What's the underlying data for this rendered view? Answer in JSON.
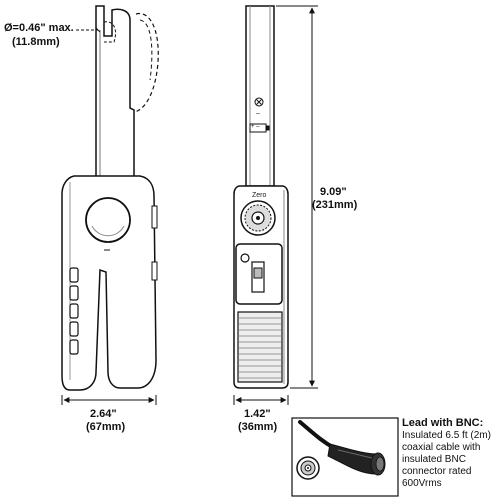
{
  "dimensions": {
    "jaw_opening": "Ø=0.46\" max.",
    "jaw_opening_metric": "(11.8mm)",
    "height": "9.09\"",
    "height_metric": "(231mm)",
    "width": "2.64\"",
    "width_metric": "(67mm)",
    "thickness": "1.42\"",
    "thickness_metric": "(36mm)"
  },
  "front_panel": {
    "zero_label": "Zero",
    "minus_symbol": "–",
    "plus_minus_symbol": "+ –"
  },
  "lead": {
    "title": "Lead with BNC:",
    "description": "Insulated 6.5 ft (2m) coaxial cable with insulated BNC connector rated 600Vrms"
  },
  "icons": {
    "jaw_open": "dashed-jaw-outline",
    "symbol": "circled-x-icon",
    "connector": "bnc-connector-icon"
  },
  "colors": {
    "outline": "#111111",
    "body": "#ffffff",
    "shadow": "#9a9a9a",
    "panel": "#d9d9d9"
  }
}
